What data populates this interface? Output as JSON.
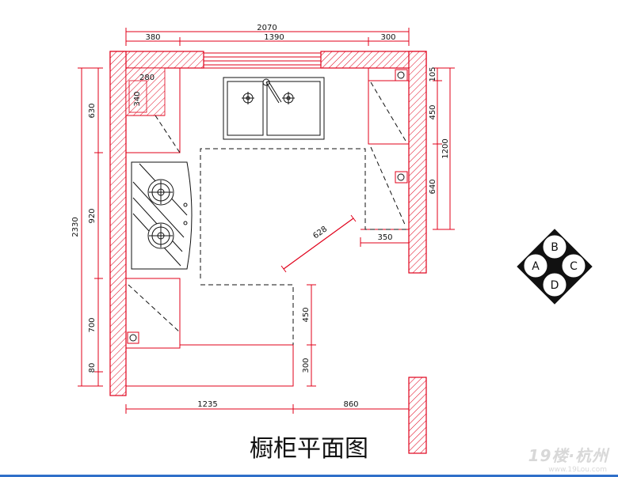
{
  "title": "橱柜平面图",
  "watermark": {
    "text": "19楼·杭州",
    "url": "www.19Lou.com"
  },
  "colors": {
    "wall": "#e0001a",
    "line": "#111111",
    "dim": "#e0001a"
  },
  "dimensions": {
    "top_total": "2070",
    "top_segments": [
      "380",
      "1390",
      "300"
    ],
    "left_total": "2330",
    "left_segments": [
      "630",
      "920",
      "700",
      "80"
    ],
    "right_segments": [
      "105",
      "450",
      "1200",
      "640"
    ],
    "corner_inner": [
      "280",
      "340"
    ],
    "right_cabinet_depth": "350",
    "diagonal": "628",
    "island_vertical": [
      "450",
      "300"
    ],
    "bottom_segments": [
      "1235",
      "860"
    ]
  },
  "compass": {
    "labels": [
      "A",
      "B",
      "C",
      "D"
    ]
  }
}
